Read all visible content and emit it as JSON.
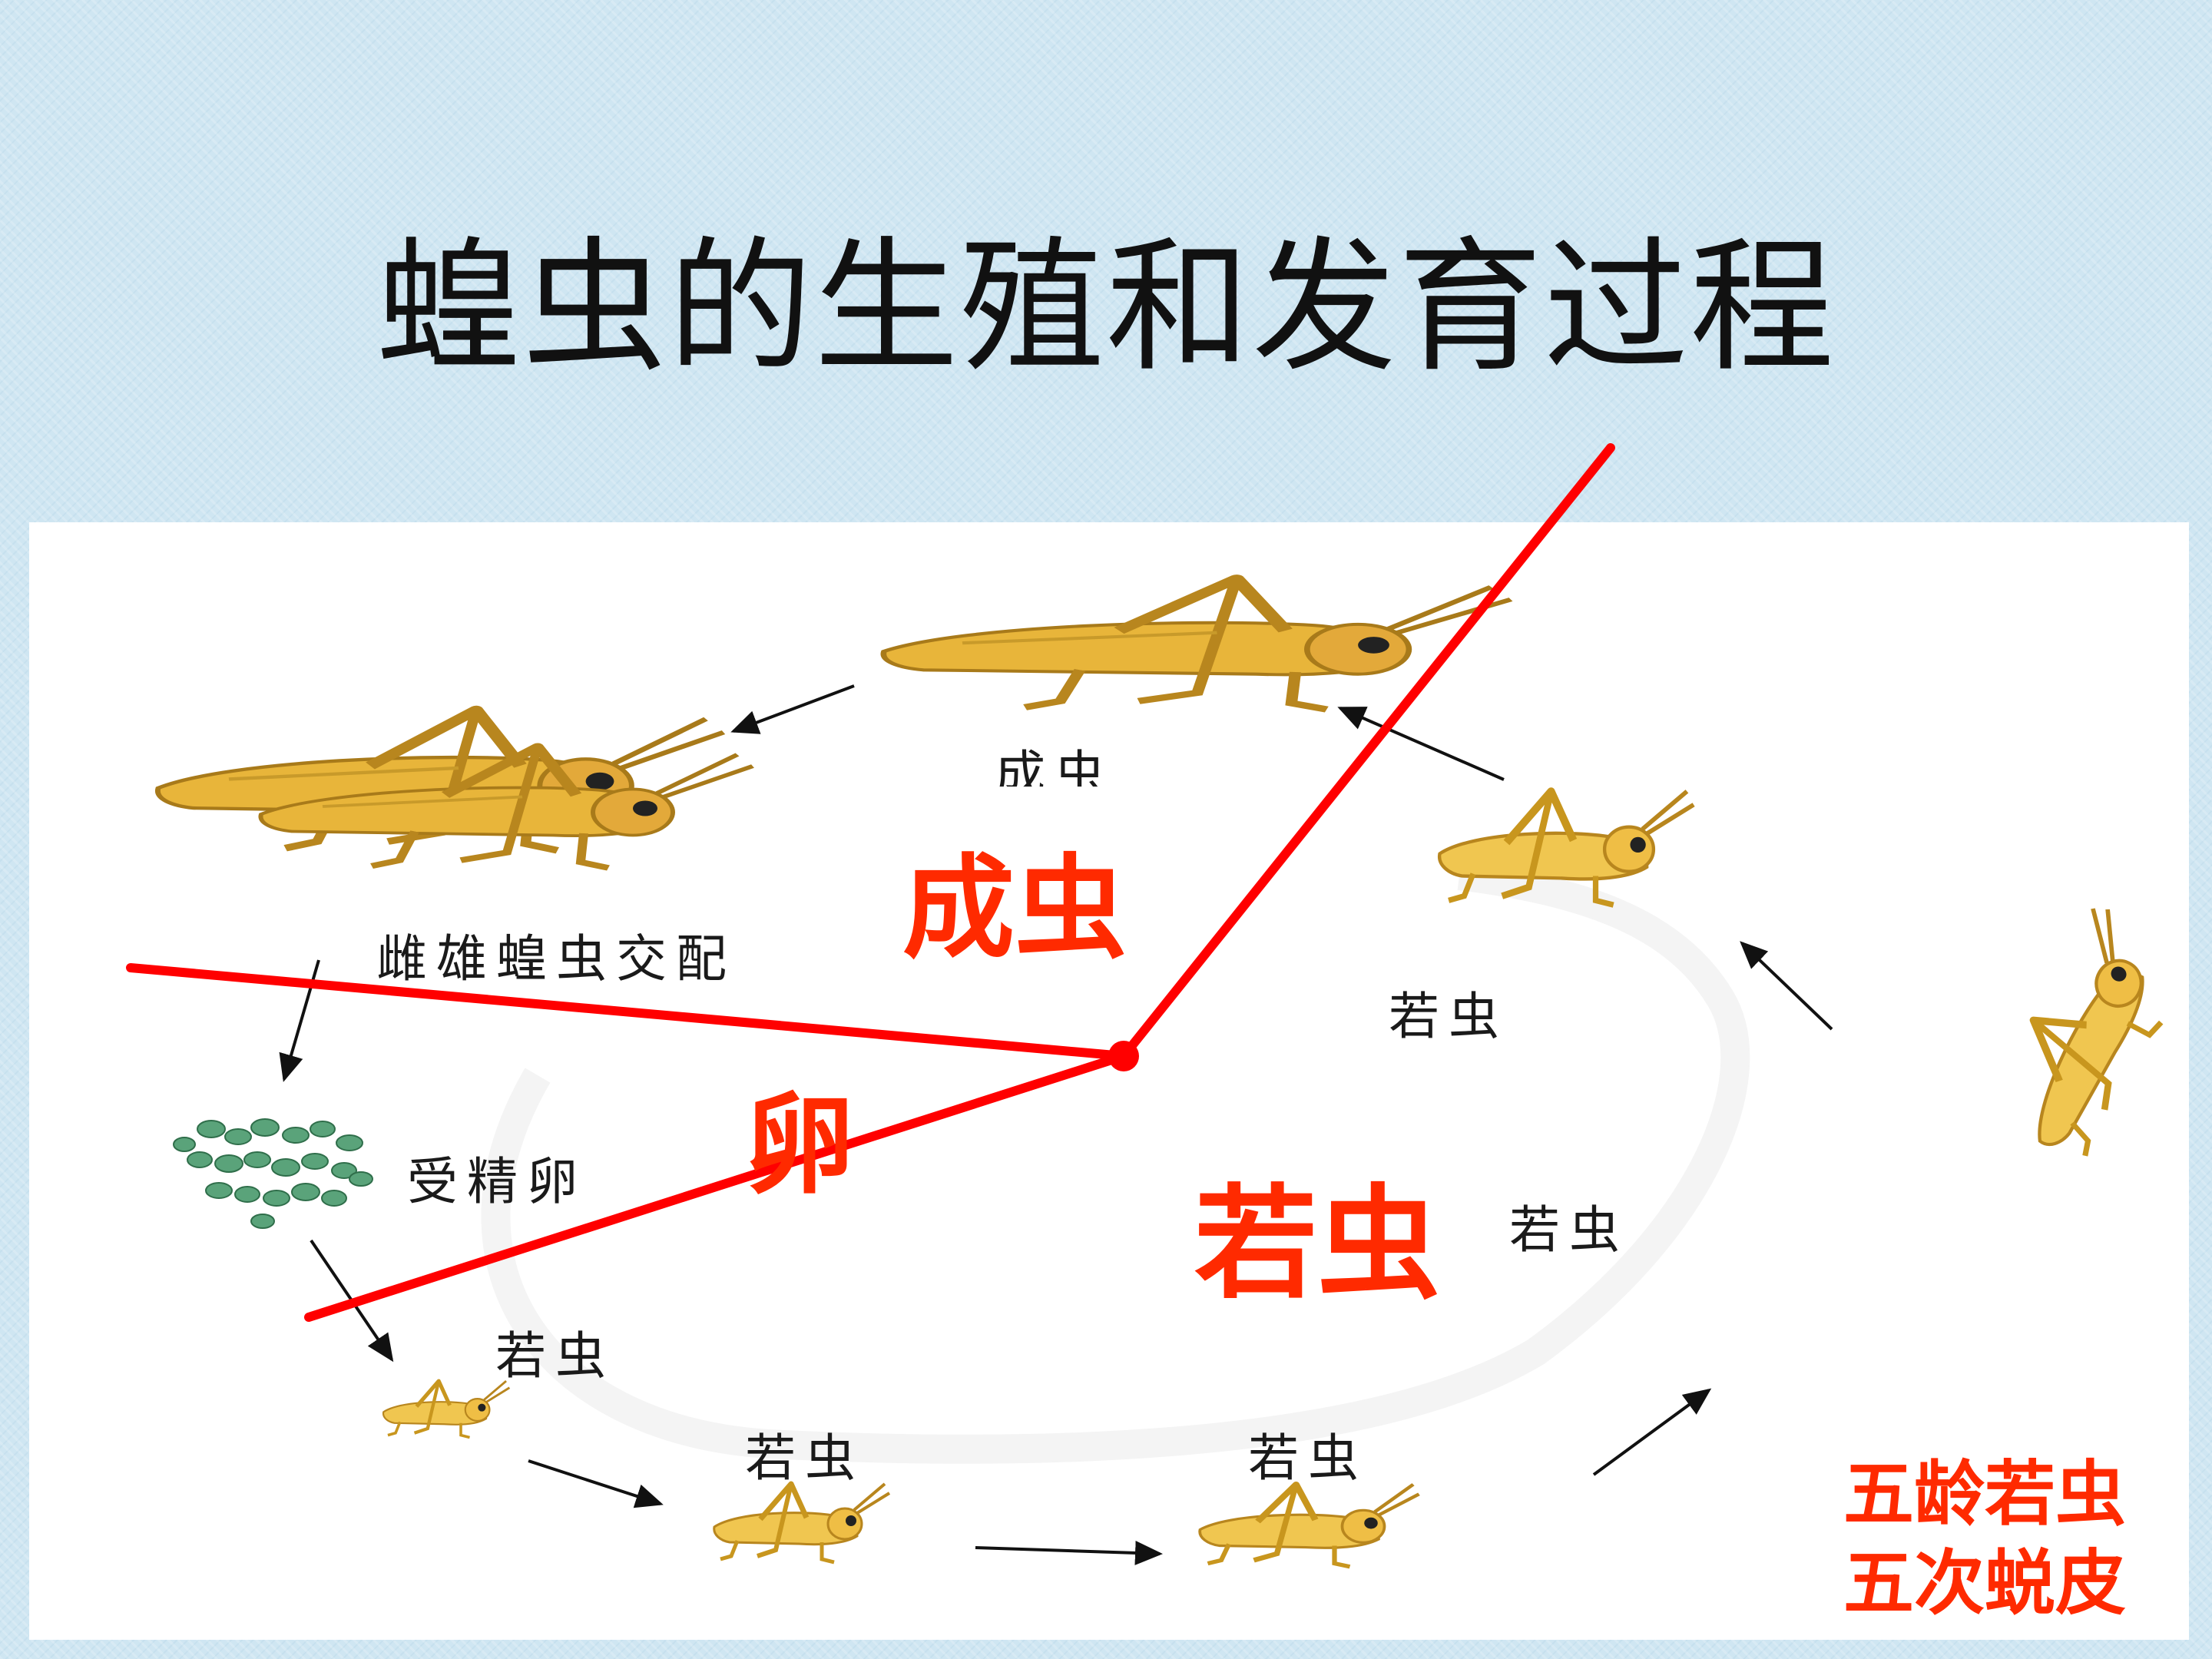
{
  "title": "蝗虫的生殖和发育过程",
  "labels": {
    "adult": "成虫",
    "mating": "雌雄蝗虫交配",
    "fertilized_egg": "受精卵",
    "nymph_1": "若虫",
    "nymph_2": "若虫",
    "nymph_3": "若虫",
    "nymph_4": "若虫",
    "nymph_5": "若虫"
  },
  "stages": {
    "adult": "成虫",
    "egg": "卵",
    "nymph": "若虫"
  },
  "note": {
    "line1": "五龄若虫",
    "line2": "五次蜕皮"
  },
  "colors": {
    "background": "#cfe6f2",
    "divider_lines": "#ff0000",
    "stage_text": "#ff2a00",
    "insect": "#e8b53a"
  }
}
